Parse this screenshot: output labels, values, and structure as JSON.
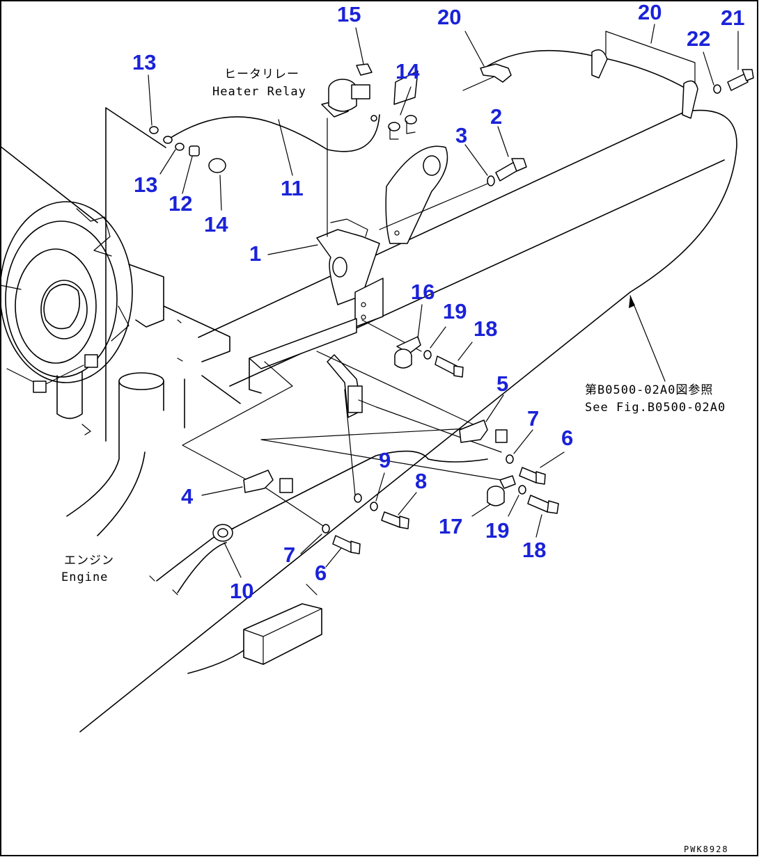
{
  "drawing": {
    "frame_color": "#000000",
    "callout_color": "#1a22d8",
    "drawing_code": "PWK8928"
  },
  "annotations": {
    "heater_relay_jp": "ヒータリレー",
    "heater_relay_en": "Heater Relay",
    "engine_jp": "エンジン",
    "engine_en": "Engine",
    "see_fig_jp": "第B0500-02A0図参照",
    "see_fig_en": "See Fig.B0500-02A0"
  },
  "callouts": [
    {
      "id": "c15",
      "label": "15"
    },
    {
      "id": "c20a",
      "label": "20"
    },
    {
      "id": "c20b",
      "label": "20"
    },
    {
      "id": "c21",
      "label": "21"
    },
    {
      "id": "c22",
      "label": "22"
    },
    {
      "id": "c13a",
      "label": "13"
    },
    {
      "id": "c14a",
      "label": "14"
    },
    {
      "id": "c2",
      "label": "2"
    },
    {
      "id": "c3",
      "label": "3"
    },
    {
      "id": "c13b",
      "label": "13"
    },
    {
      "id": "c12",
      "label": "12"
    },
    {
      "id": "c11",
      "label": "11"
    },
    {
      "id": "c14b",
      "label": "14"
    },
    {
      "id": "c1",
      "label": "1"
    },
    {
      "id": "c16",
      "label": "16"
    },
    {
      "id": "c19a",
      "label": "19"
    },
    {
      "id": "c18a",
      "label": "18"
    },
    {
      "id": "c5",
      "label": "5"
    },
    {
      "id": "c7a",
      "label": "7"
    },
    {
      "id": "c6a",
      "label": "6"
    },
    {
      "id": "c9",
      "label": "9"
    },
    {
      "id": "c8",
      "label": "8"
    },
    {
      "id": "c4",
      "label": "4"
    },
    {
      "id": "c17",
      "label": "17"
    },
    {
      "id": "c19b",
      "label": "19"
    },
    {
      "id": "c18b",
      "label": "18"
    },
    {
      "id": "c7b",
      "label": "7"
    },
    {
      "id": "c6b",
      "label": "6"
    },
    {
      "id": "c10",
      "label": "10"
    }
  ]
}
